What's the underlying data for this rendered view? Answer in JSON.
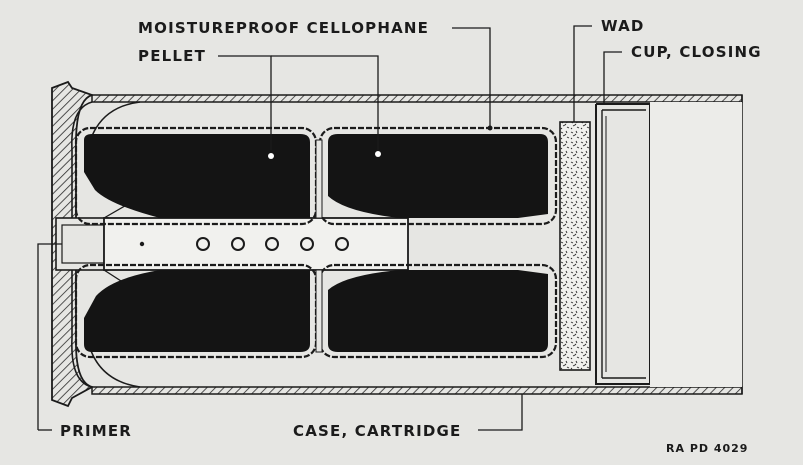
{
  "labels": {
    "moistureproof_cellophane": "MOISTUREPROOF CELLOPHANE",
    "pellet": "PELLET",
    "wad": "WAD",
    "cup_closing": "CUP, CLOSING",
    "primer": "PRIMER",
    "case_cartridge": "CASE, CARTRIDGE"
  },
  "figure_code": "RA PD 4029",
  "colors": {
    "background": "#e6e6e3",
    "ink": "#1b1b1b",
    "pellet_fill": "#141414"
  }
}
